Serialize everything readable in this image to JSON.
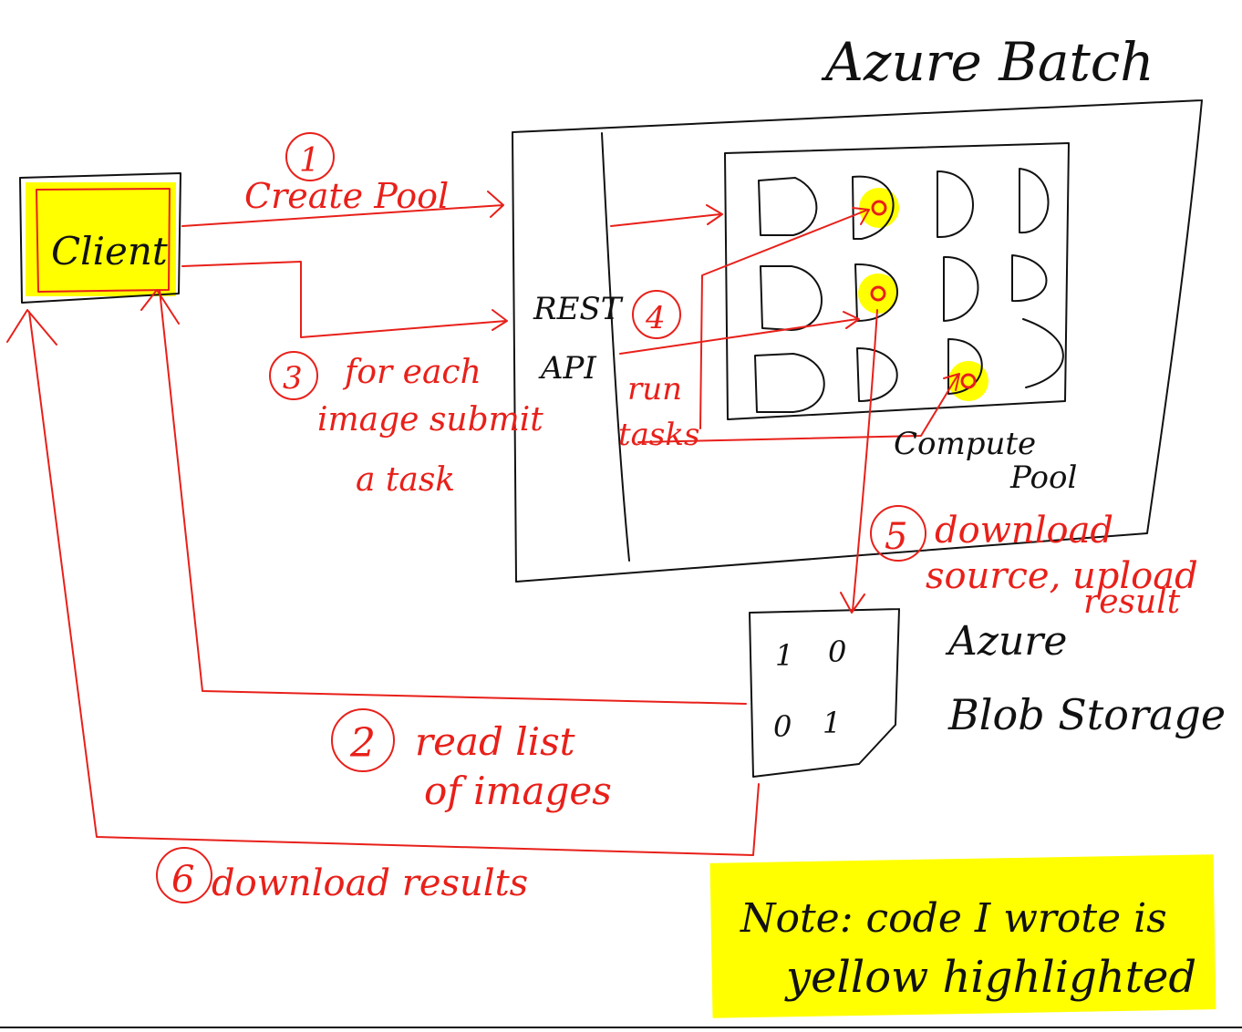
{
  "title": "Azure Batch",
  "client_label": "Client",
  "rest_api_label": [
    "REST",
    "API"
  ],
  "run_tasks_label": [
    "run",
    "tasks"
  ],
  "compute_pool_label": [
    "Compute",
    "Pool"
  ],
  "storage_label": [
    "Azure",
    "Blob Storage"
  ],
  "storage_bits": [
    "1",
    "0",
    "0",
    "1"
  ],
  "steps": {
    "step1_number": "1",
    "step1": "Create Pool",
    "step2_number": "2",
    "step2": [
      "read list",
      "of images"
    ],
    "step3_number": "3",
    "step3": [
      "for each",
      "image submit",
      "a task"
    ],
    "step4_number": "4",
    "step5_number": "5",
    "step5": [
      "download",
      "source, upload",
      "result"
    ],
    "step6_number": "6",
    "step6": "download results"
  },
  "note": [
    "Note: code I wrote is",
    "yellow highlighted"
  ],
  "colors": {
    "ink": "#111111",
    "red": "#e8201a",
    "highlight": "#ffff00"
  }
}
